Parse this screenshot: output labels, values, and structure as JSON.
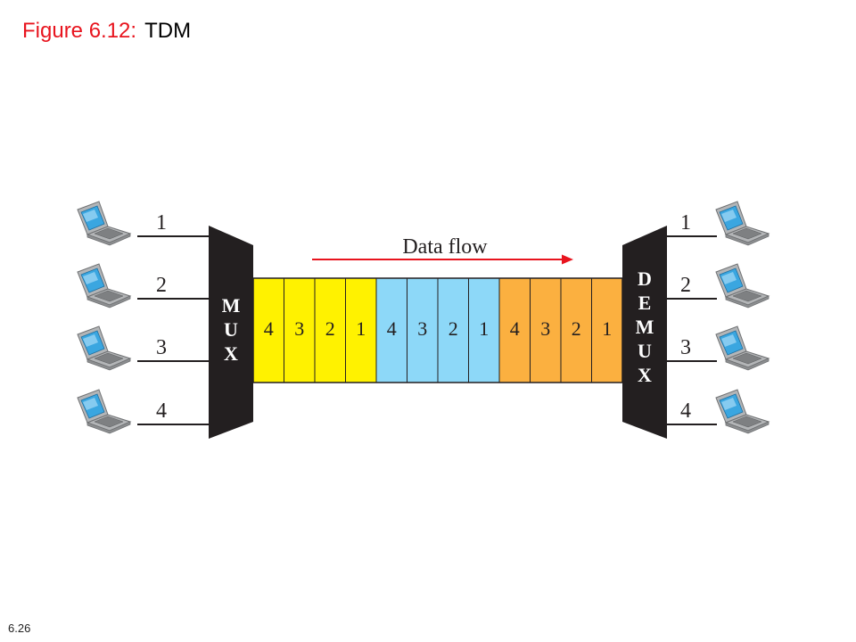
{
  "slide": {
    "figure_label": "Figure 6.12:",
    "figure_title": "TDM",
    "page_number": "6.26"
  },
  "diagram": {
    "mux_letters": [
      "M",
      "U",
      "X"
    ],
    "demux_letters": [
      "D",
      "E",
      "M",
      "U",
      "X"
    ],
    "flow_label": "Data flow",
    "senders": [
      {
        "label": "1",
        "icon": "laptop-icon"
      },
      {
        "label": "2",
        "icon": "laptop-icon"
      },
      {
        "label": "3",
        "icon": "laptop-icon"
      },
      {
        "label": "4",
        "icon": "laptop-icon"
      }
    ],
    "receivers": [
      {
        "label": "1",
        "icon": "laptop-icon"
      },
      {
        "label": "2",
        "icon": "laptop-icon"
      },
      {
        "label": "3",
        "icon": "laptop-icon"
      },
      {
        "label": "4",
        "icon": "laptop-icon"
      }
    ],
    "frames": [
      {
        "color": "#fff200",
        "slots": [
          "4",
          "3",
          "2",
          "1"
        ]
      },
      {
        "color": "#8dd8f8",
        "slots": [
          "4",
          "3",
          "2",
          "1"
        ]
      },
      {
        "color": "#fbb040",
        "slots": [
          "4",
          "3",
          "2",
          "1"
        ]
      }
    ],
    "colors": {
      "mux": "#231f20",
      "arrow": "#e8141e",
      "line": "#231f20"
    }
  }
}
